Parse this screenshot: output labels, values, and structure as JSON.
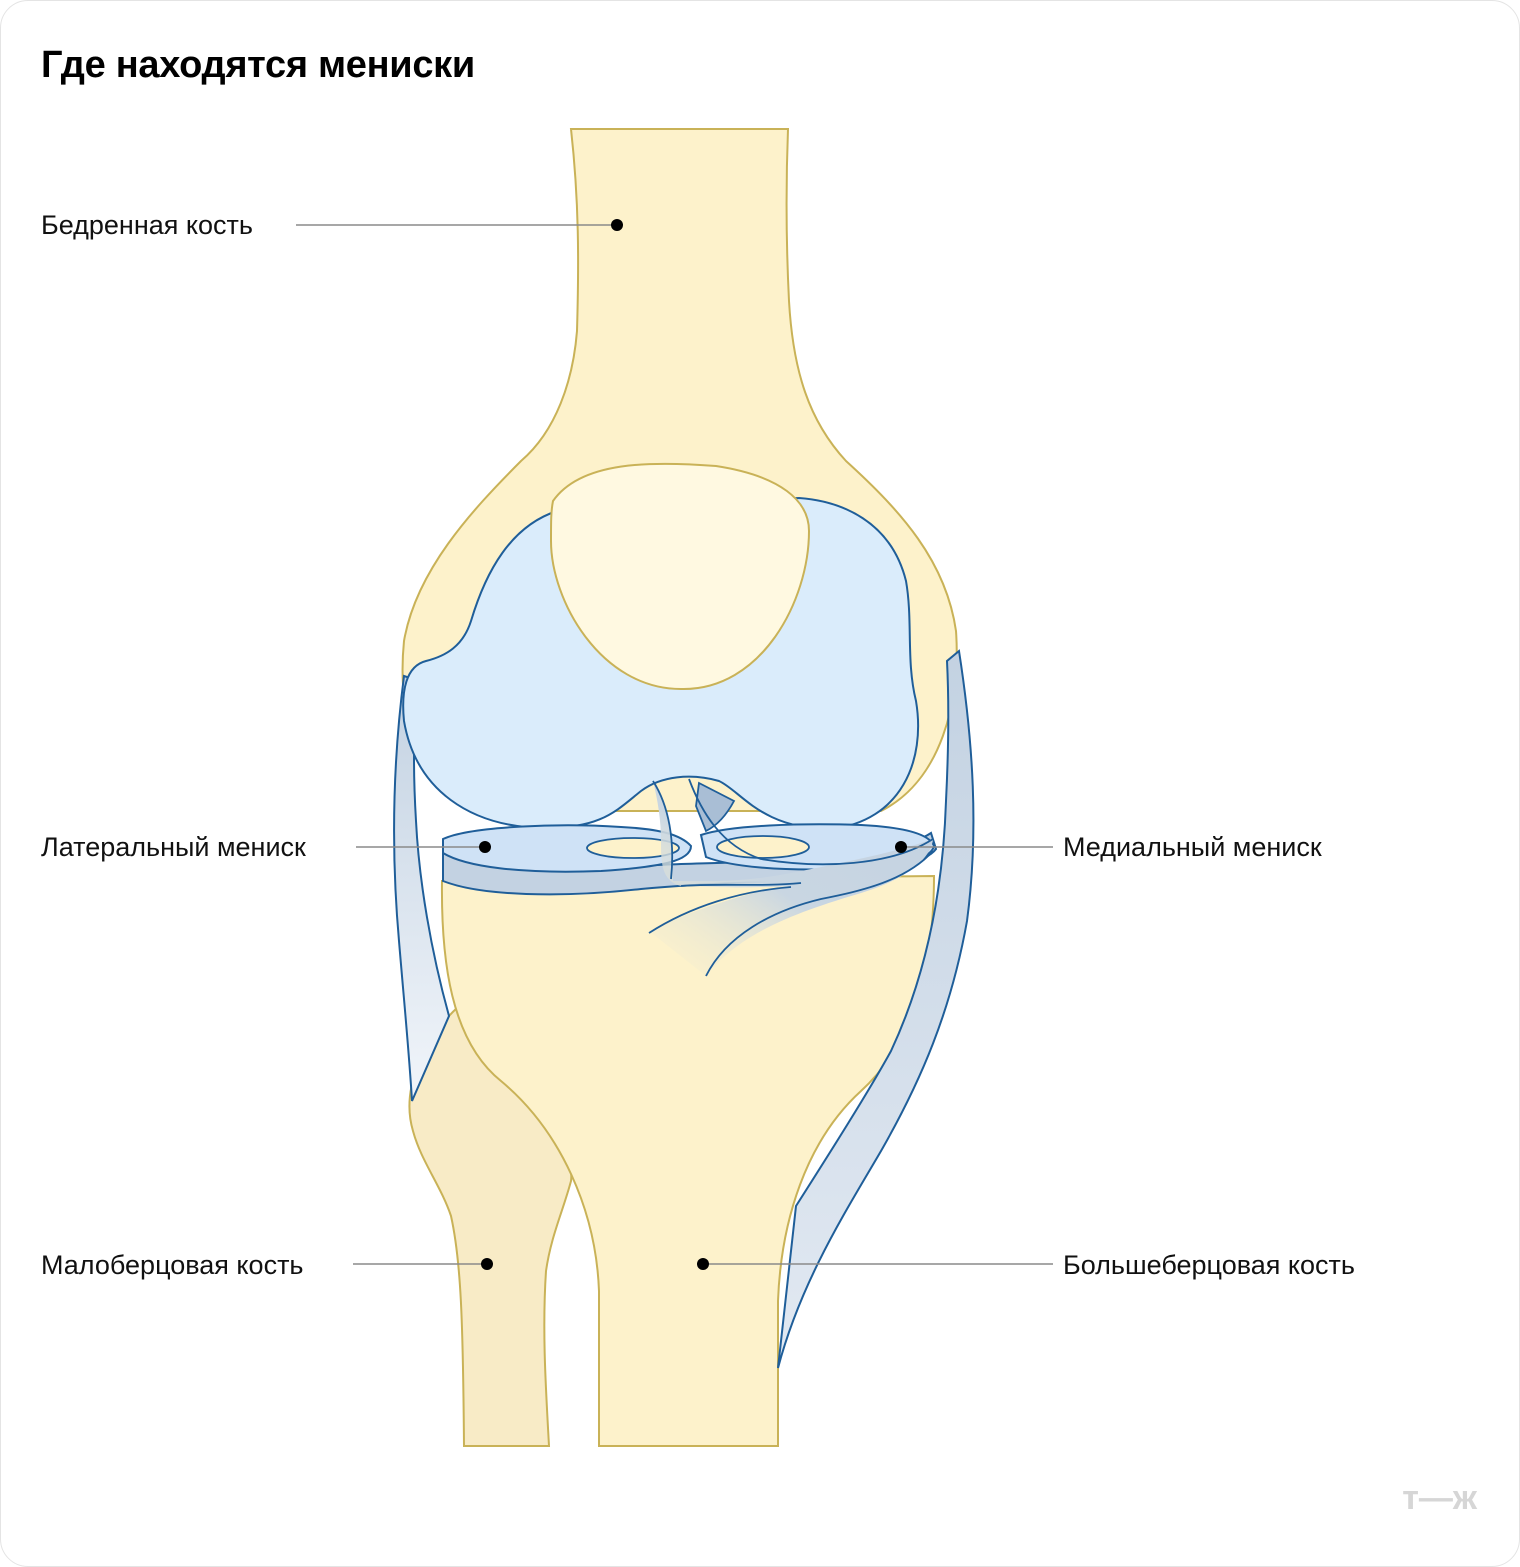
{
  "title": "Где находятся мениски",
  "labels": {
    "femur": "Бедренная кость",
    "lateral_meniscus": "Латеральный мениск",
    "medial_meniscus": "Медиальный мениск",
    "fibula": "Малоберцовая кость",
    "tibia": "Большеберцовая кость"
  },
  "brand": "т—ж",
  "colors": {
    "bone_fill": "#fdf2cb",
    "bone_stroke": "#c9b257",
    "fibula_fill": "#f8ebc6",
    "patella_fill": "#fff9e1",
    "cartilage_fill": "#daecfb",
    "cartilage_stroke": "#1f5e99",
    "ligament_fill": "#c3d2e2",
    "meniscus_top": "#cfe2f6"
  }
}
